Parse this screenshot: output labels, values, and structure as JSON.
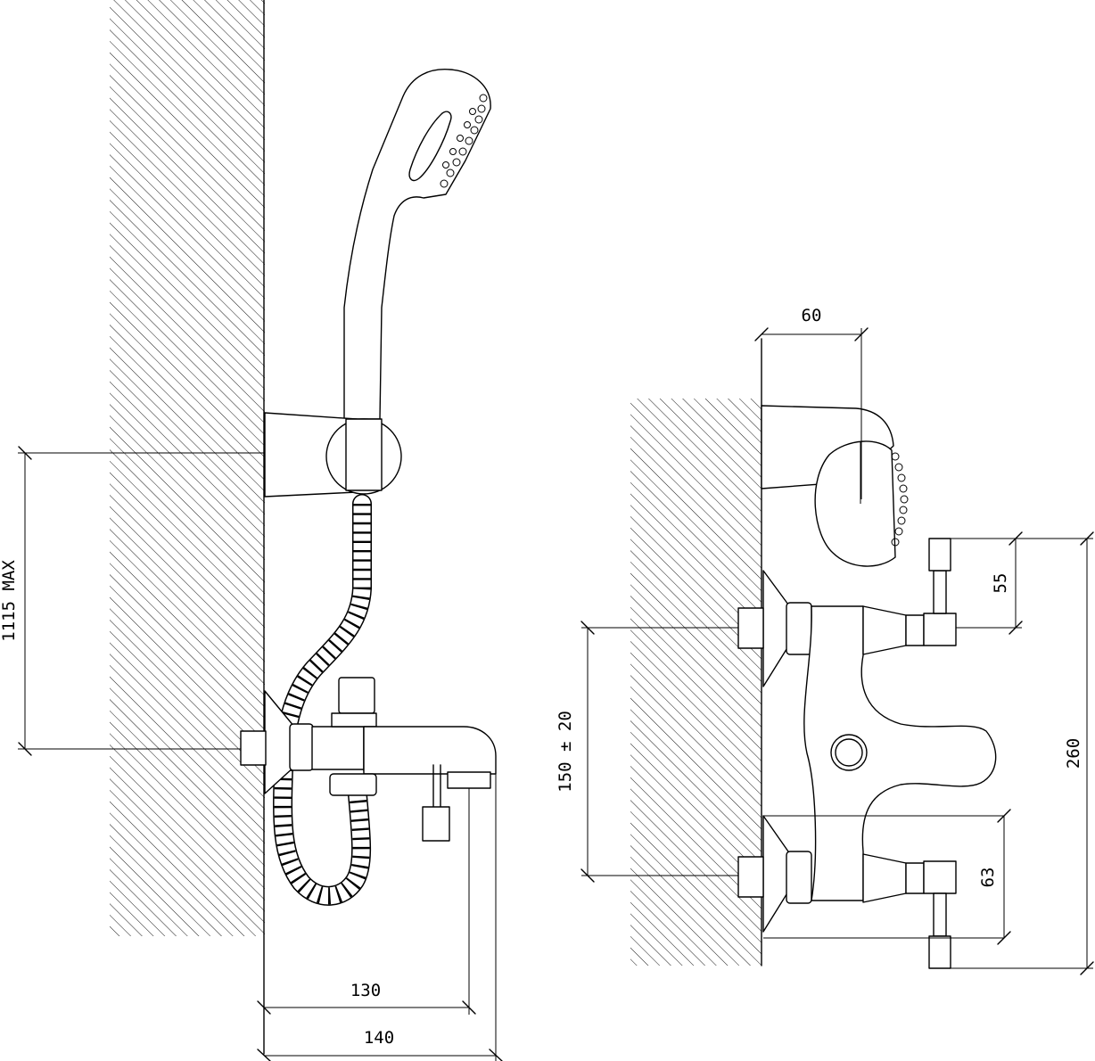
{
  "colors": {
    "ink": "#000000",
    "paper": "#ffffff",
    "hatch": "#000000"
  },
  "dimensions": {
    "side_height": "1115 MAX",
    "side_depth_inner": "130",
    "side_depth_outer": "140",
    "front_top_width": "60",
    "front_inlet_spacing": "150 ± 20",
    "front_total_height": "260",
    "front_upper_handle": "55",
    "front_lower_handle": "63"
  }
}
